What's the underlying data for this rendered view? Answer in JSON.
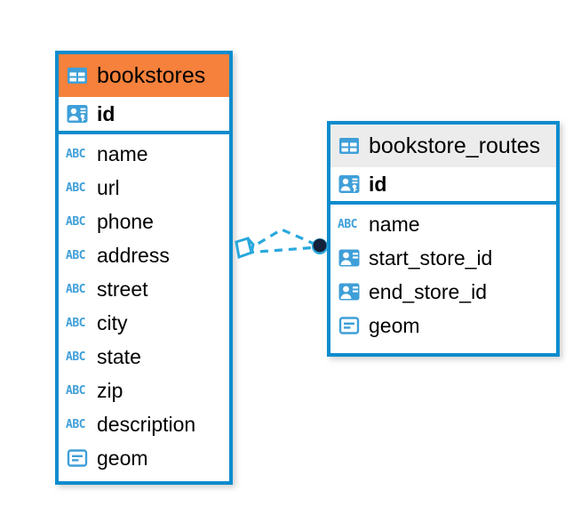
{
  "diagram": {
    "type": "entity-relationship-diagram",
    "colors": {
      "entity_border": "#0d8ccd",
      "header_accent_primary": "#f5813c",
      "header_accent_secondary": "#ececec",
      "icon_blue": "#3f9fd8",
      "relation_line": "#29a8dd",
      "relation_endpoint": "#14213a",
      "background": "#ffffff"
    },
    "entities": [
      {
        "name": "bookstores",
        "header_icon": "table-icon",
        "header_accent": "#f5813c",
        "fields": [
          {
            "name": "id",
            "icon": "primary-key-icon",
            "is_key": true
          },
          {
            "name": "name",
            "icon": "abc-text-icon",
            "is_key": false
          },
          {
            "name": "url",
            "icon": "abc-text-icon",
            "is_key": false
          },
          {
            "name": "phone",
            "icon": "abc-text-icon",
            "is_key": false
          },
          {
            "name": "address",
            "icon": "abc-text-icon",
            "is_key": false
          },
          {
            "name": "street",
            "icon": "abc-text-icon",
            "is_key": false
          },
          {
            "name": "city",
            "icon": "abc-text-icon",
            "is_key": false
          },
          {
            "name": "state",
            "icon": "abc-text-icon",
            "is_key": false
          },
          {
            "name": "zip",
            "icon": "abc-text-icon",
            "is_key": false
          },
          {
            "name": "description",
            "icon": "abc-text-icon",
            "is_key": false
          },
          {
            "name": "geom",
            "icon": "geometry-icon",
            "is_key": false
          }
        ]
      },
      {
        "name": "bookstore_routes",
        "header_icon": "table-icon",
        "header_accent": "#ececec",
        "fields": [
          {
            "name": "id",
            "icon": "primary-key-icon",
            "is_key": true
          },
          {
            "name": "name",
            "icon": "abc-text-icon",
            "is_key": false
          },
          {
            "name": "start_store_id",
            "icon": "foreign-key-icon",
            "is_key": false
          },
          {
            "name": "end_store_id",
            "icon": "foreign-key-icon",
            "is_key": false
          },
          {
            "name": "geom",
            "icon": "geometry-icon",
            "is_key": false
          }
        ]
      }
    ],
    "relationship": {
      "from_entity": "bookstores",
      "to_entity": "bookstore_routes",
      "source_marker": "diamond-outline-marker",
      "target_marker": "filled-circle-marker",
      "line_style": "dashed"
    }
  }
}
